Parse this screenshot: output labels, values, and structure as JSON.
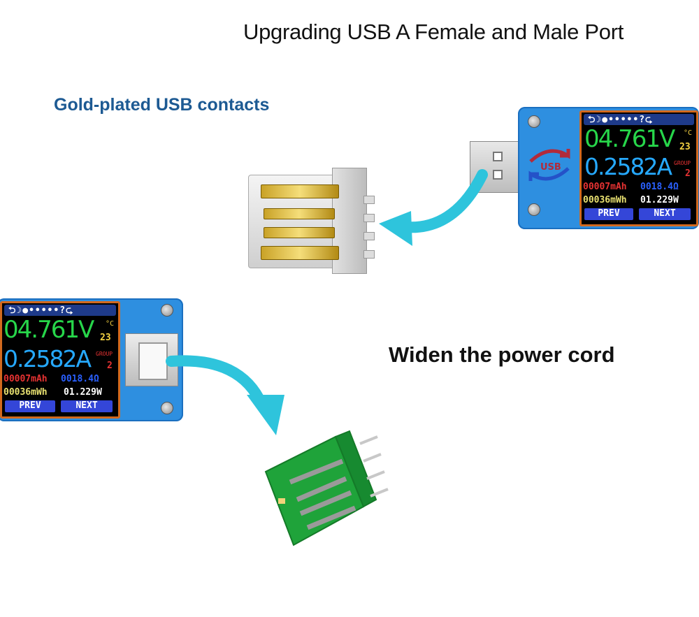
{
  "title": "Upgrading USB A Female and Male Port",
  "callout_gold": "Gold-plated USB contacts",
  "callout_cord": "Widen the power cord",
  "meter": {
    "icons_row": "⮌☽●•••••?⮎",
    "voltage": "04.761V",
    "current": "0.2582A",
    "temp_unit": "°C",
    "temp_value": "23",
    "group_label": "GROUP",
    "group_value": "2",
    "mah": "00007mAh",
    "ohm": "0018.4Ω",
    "mwh": "00036mWh",
    "watt": "01.229W",
    "prev": "PREV",
    "next": "NEXT"
  },
  "usb_logo": "USB",
  "colors": {
    "accent_blue": "#1d5a93",
    "arrow": "#2ec4dc",
    "meter_body": "#2e8fe0",
    "pcb_green": "#1fa33a"
  }
}
